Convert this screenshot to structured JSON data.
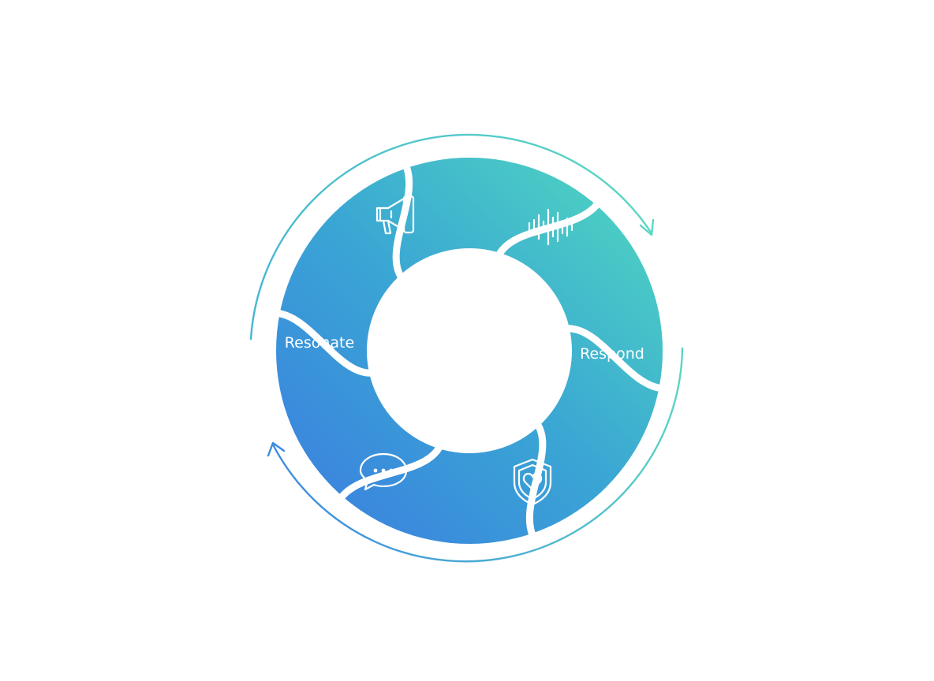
{
  "diagram": {
    "segments": [
      {
        "id": "megaphone",
        "icon": "megaphone-icon",
        "label": ""
      },
      {
        "id": "soundwave",
        "icon": "sound-wave-icon",
        "label": ""
      },
      {
        "id": "respond",
        "icon": "",
        "label": "Respond"
      },
      {
        "id": "shield",
        "icon": "shield-heart-icon",
        "label": ""
      },
      {
        "id": "chat",
        "icon": "chat-bubble-icon",
        "label": ""
      },
      {
        "id": "resonate",
        "icon": "",
        "label": "Resonate"
      }
    ],
    "colors": {
      "gradient_start": "#3b7fe0",
      "gradient_mid": "#3aa6d4",
      "gradient_end": "#4fd6c0",
      "arrow_light": "#5cd6c4",
      "arrow_blue": "#3b8be0"
    }
  }
}
